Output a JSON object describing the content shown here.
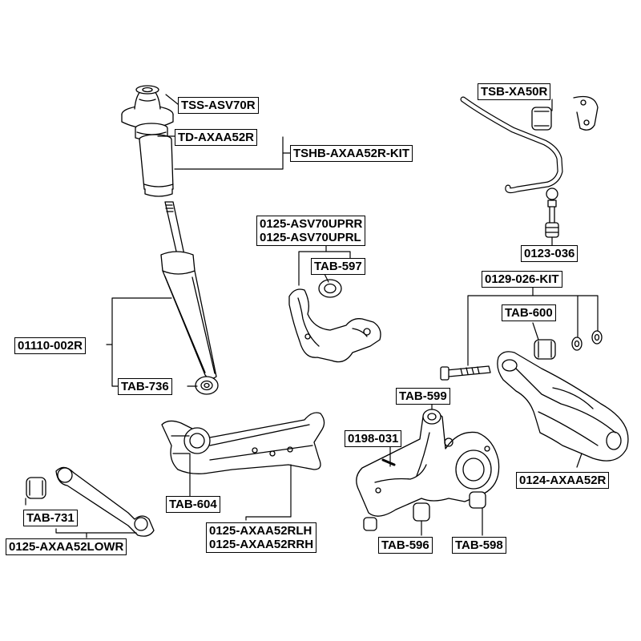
{
  "diagram": {
    "labels": {
      "tss": "TSS-ASV70R",
      "td": "TD-AXAA52R",
      "tshb": "TSHB-AXAA52R-KIT",
      "shock": "01110-002R",
      "tab736": "TAB-736",
      "tsb": "TSB-XA50R",
      "link": "0123-036",
      "upr_r": "0125-ASV70UPRR",
      "upr_l": "0125-ASV70UPRL",
      "tab597": "TAB-597",
      "kit": "0129-026-KIT",
      "tab600": "TAB-600",
      "tab599": "TAB-599",
      "bolt": "0198-031",
      "arm": "0124-AXAA52R",
      "tab604": "TAB-604",
      "rlh": "0125-AXAA52RLH",
      "rrh": "0125-AXAA52RRH",
      "tab731": "TAB-731",
      "lowr": "0125-AXAA52LOWR",
      "tab596": "TAB-596",
      "tab598": "TAB-598"
    }
  }
}
